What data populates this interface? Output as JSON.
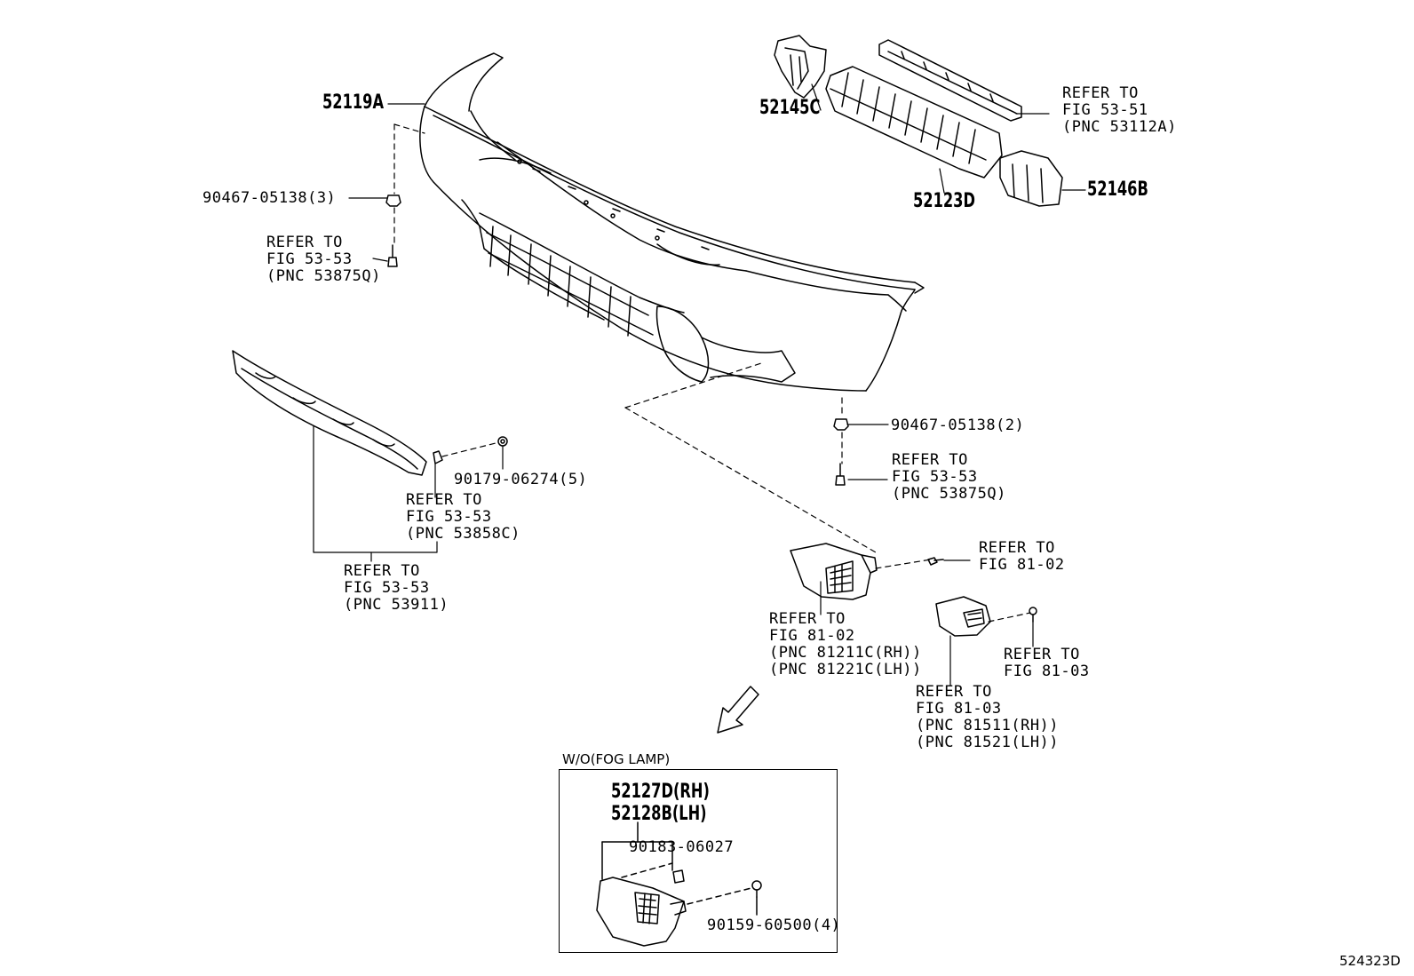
{
  "diagram_id": "524323D",
  "inset_title": "W/O(FOG LAMP)",
  "parts": {
    "bumper_cover": "52119A",
    "bracket_lh": "52145C",
    "absorber": "52123D",
    "bracket_rh": "52146B",
    "clip_top": "90467-05138(3)",
    "clip_right": "90467-05138(2)",
    "nut_lower": "90179-06274(5)",
    "cover_rh": "52127D(RH)",
    "cover_lh": "52128B(LH)",
    "clip_inset": "90183-06027",
    "screw_inset": "90159-60500(4)"
  },
  "refs": {
    "ref_top_right": [
      "REFER TO",
      "FIG 53-51",
      "(PNC 53112A)"
    ],
    "ref_left_bolt": [
      "REFER TO",
      "FIG 53-53",
      "(PNC 53875Q)"
    ],
    "ref_right_bolt": [
      "REFER TO",
      "FIG 53-53",
      "(PNC 53875Q)"
    ],
    "ref_lower_bolt": [
      "REFER TO",
      "FIG 53-53",
      "(PNC 53858C)"
    ],
    "ref_lower_spoiler": [
      "REFER TO",
      "FIG 53-53",
      "(PNC 53911)"
    ],
    "ref_lamp_screw": [
      "REFER TO",
      "FIG 81-02"
    ],
    "ref_lamp": [
      "REFER TO",
      "FIG 81-02",
      "(PNC 81211C(RH))",
      "(PNC 81221C(LH))"
    ],
    "ref_side_screw": [
      "REFER TO",
      "FIG 81-03"
    ],
    "ref_side_lamp": [
      "REFER TO",
      "FIG 81-03",
      "(PNC 81511(RH))",
      "(PNC 81521(LH))"
    ]
  }
}
